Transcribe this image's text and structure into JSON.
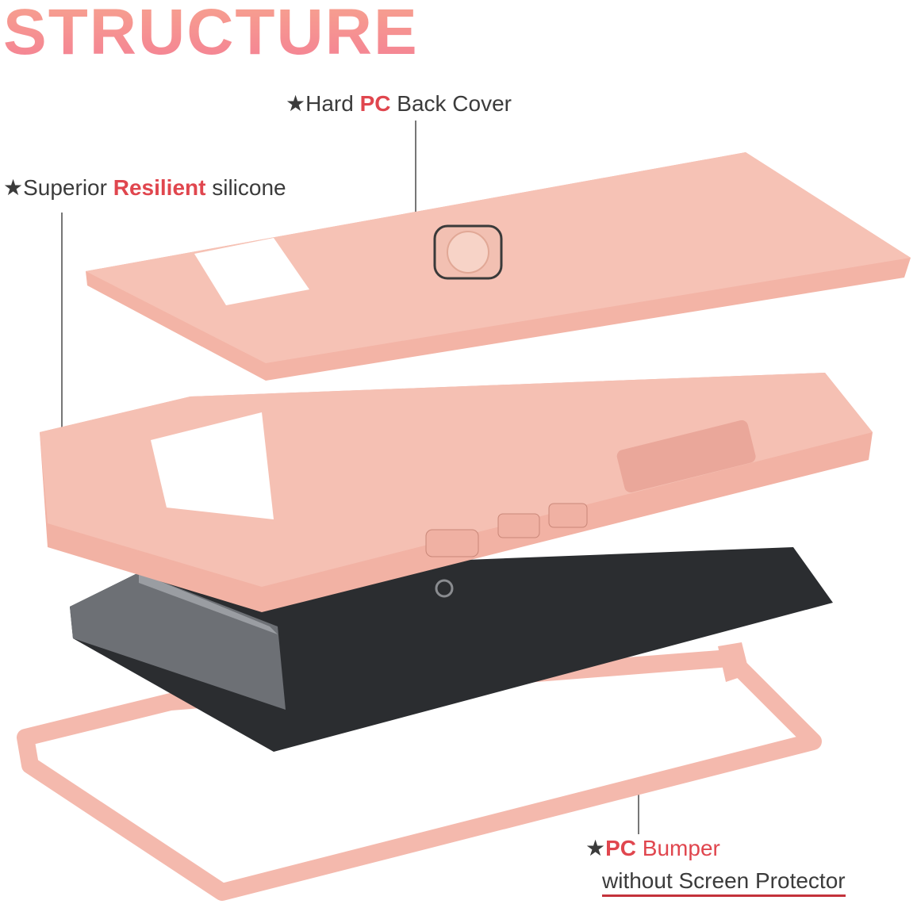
{
  "title": "STRUCTURE",
  "labels": {
    "back_cover": {
      "star": "★",
      "pre": "Hard ",
      "accent": "PC",
      "post": " Back Cover"
    },
    "silicone": {
      "star": "★",
      "pre": "Superior ",
      "accent": "Resilient",
      "post": " silicone"
    },
    "bumper": {
      "star": "★",
      "accent": "PC",
      "post": " Bumper",
      "line2": "without Screen Protector"
    }
  },
  "colors": {
    "accent": "#e0464e",
    "case_pink": "#f4b7a9",
    "phone": "#2e3033"
  }
}
